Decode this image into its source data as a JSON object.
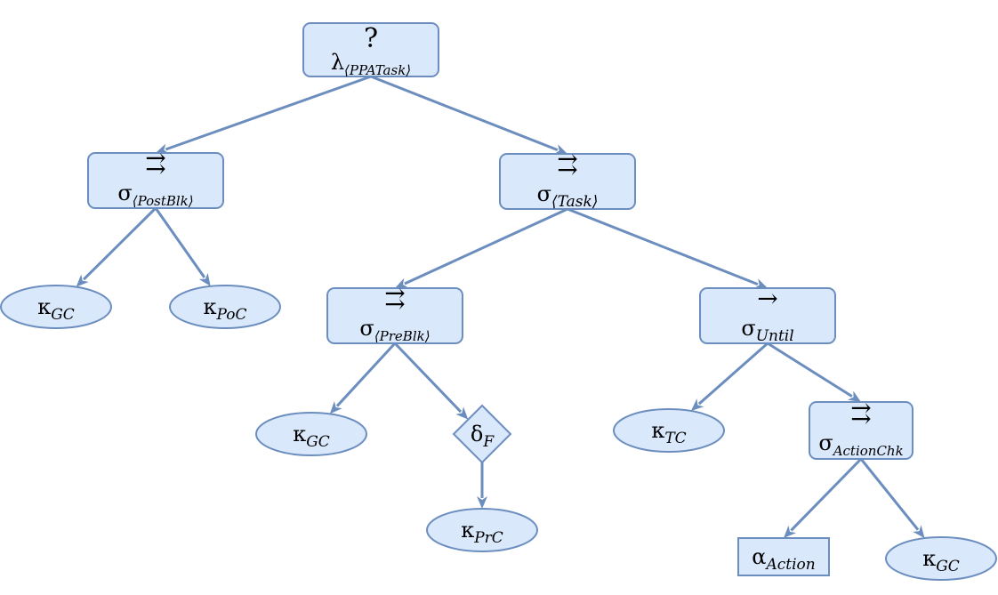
{
  "diagram": {
    "nodes": [
      {
        "id": "root",
        "shape": "rect",
        "top": "?",
        "symbol": "λ",
        "subscript": "⟨PPATask⟩"
      },
      {
        "id": "postblk",
        "shape": "rect",
        "top": "⇉",
        "symbol": "σ",
        "subscript": "⟨PostBlk⟩"
      },
      {
        "id": "task",
        "shape": "rect",
        "top": "⇉",
        "symbol": "σ",
        "subscript": "⟨Task⟩"
      },
      {
        "id": "gc1",
        "shape": "ellipse",
        "symbol": "κ",
        "subscript": "GC"
      },
      {
        "id": "poc",
        "shape": "ellipse",
        "symbol": "κ",
        "subscript": "PoC"
      },
      {
        "id": "preblk",
        "shape": "rect",
        "top": "⇉",
        "symbol": "σ",
        "subscript": "⟨PreBlk⟩"
      },
      {
        "id": "until",
        "shape": "rect",
        "top": "→",
        "symbol": "σ",
        "subscript": "Until"
      },
      {
        "id": "gc2",
        "shape": "ellipse",
        "symbol": "κ",
        "subscript": "GC"
      },
      {
        "id": "deltaf",
        "shape": "diamond",
        "symbol": "δ",
        "subscript": "F"
      },
      {
        "id": "prc",
        "shape": "ellipse",
        "symbol": "κ",
        "subscript": "PrC"
      },
      {
        "id": "tc",
        "shape": "ellipse",
        "symbol": "κ",
        "subscript": "TC"
      },
      {
        "id": "actionchk",
        "shape": "rect",
        "top": "⇉",
        "symbol": "σ",
        "subscript": "ActionChk"
      },
      {
        "id": "action",
        "shape": "rect",
        "symbol": "α",
        "subscript": "Action"
      },
      {
        "id": "gc3",
        "shape": "ellipse",
        "symbol": "κ",
        "subscript": "GC"
      }
    ],
    "edges": [
      {
        "from": "root",
        "to": "postblk"
      },
      {
        "from": "root",
        "to": "task"
      },
      {
        "from": "postblk",
        "to": "gc1"
      },
      {
        "from": "postblk",
        "to": "poc"
      },
      {
        "from": "task",
        "to": "preblk"
      },
      {
        "from": "task",
        "to": "until"
      },
      {
        "from": "preblk",
        "to": "gc2"
      },
      {
        "from": "preblk",
        "to": "deltaf"
      },
      {
        "from": "deltaf",
        "to": "prc"
      },
      {
        "from": "until",
        "to": "tc"
      },
      {
        "from": "until",
        "to": "actionchk"
      },
      {
        "from": "actionchk",
        "to": "action"
      },
      {
        "from": "actionchk",
        "to": "gc3"
      }
    ],
    "colors": {
      "fill": "#dae8fc",
      "stroke": "#6c8ebf"
    }
  }
}
